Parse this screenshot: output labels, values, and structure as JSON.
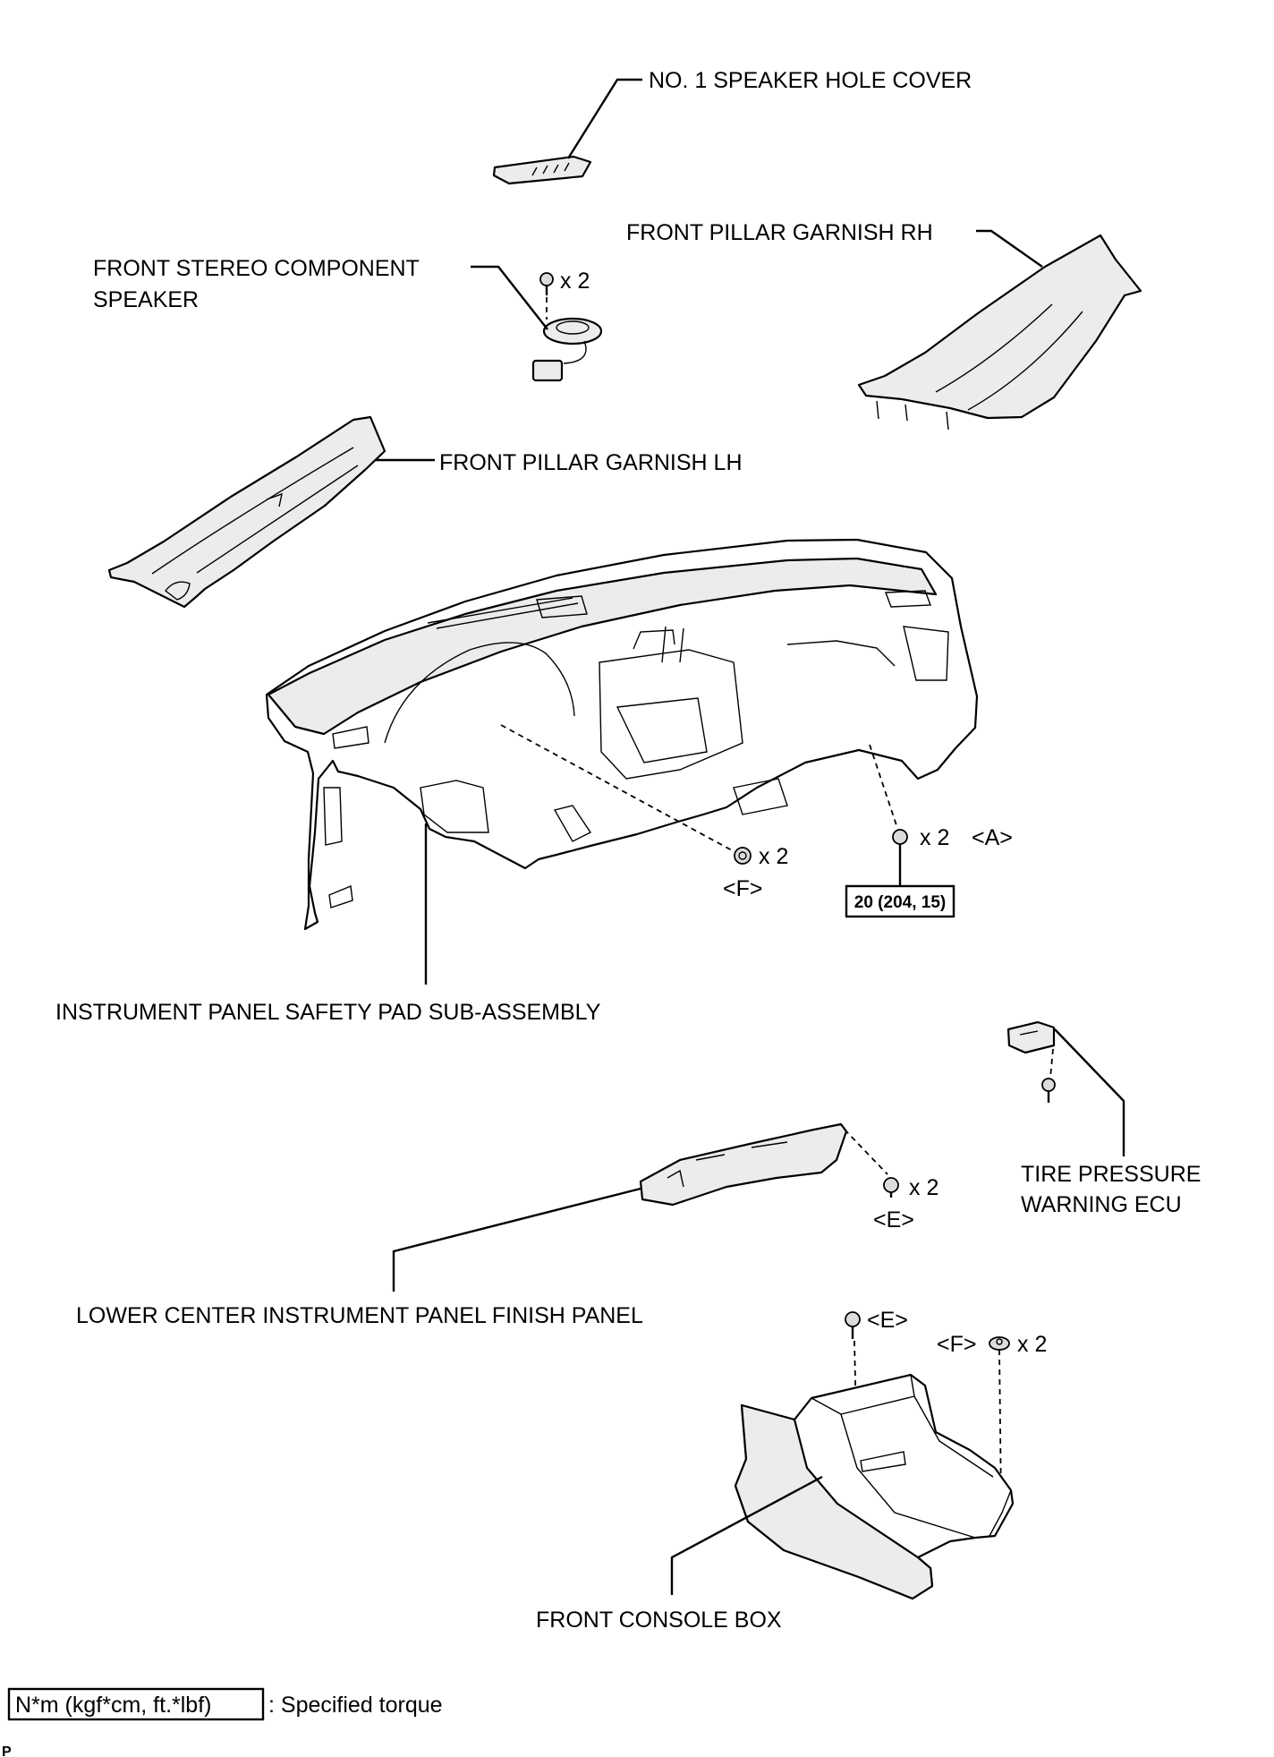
{
  "labels": {
    "speaker_hole_cover": "NO. 1 SPEAKER HOLE COVER",
    "pillar_rh": "FRONT PILLAR GARNISH RH",
    "stereo_line1": "FRONT STEREO COMPONENT",
    "stereo_line2": "SPEAKER",
    "pillar_lh": "FRONT PILLAR GARNISH LH",
    "safety_pad": "INSTRUMENT PANEL SAFETY PAD SUB-ASSEMBLY",
    "tpms_line1": "TIRE PRESSURE",
    "tpms_line2": "WARNING ECU",
    "lower_center": "LOWER CENTER INSTRUMENT PANEL FINISH PANEL",
    "console_box": "FRONT CONSOLE BOX"
  },
  "fasteners": {
    "speaker_qty": "x 2",
    "pad_bolt_qty": "x 2",
    "pad_bolt_code": "<A>",
    "pad_clip_qty": "x 2",
    "pad_clip_code": "<F>",
    "lower_qty": "x 2",
    "lower_code": "<E>",
    "console_bolt_code": "<E>",
    "console_clip_code": "<F>",
    "console_clip_qty": "x 2"
  },
  "torque": {
    "pad_bolt": "20 (204, 15)"
  },
  "legend": {
    "unit": "N*m (kgf*cm, ft.*lbf)",
    "description": ": Specified torque"
  },
  "footer_code": "P"
}
